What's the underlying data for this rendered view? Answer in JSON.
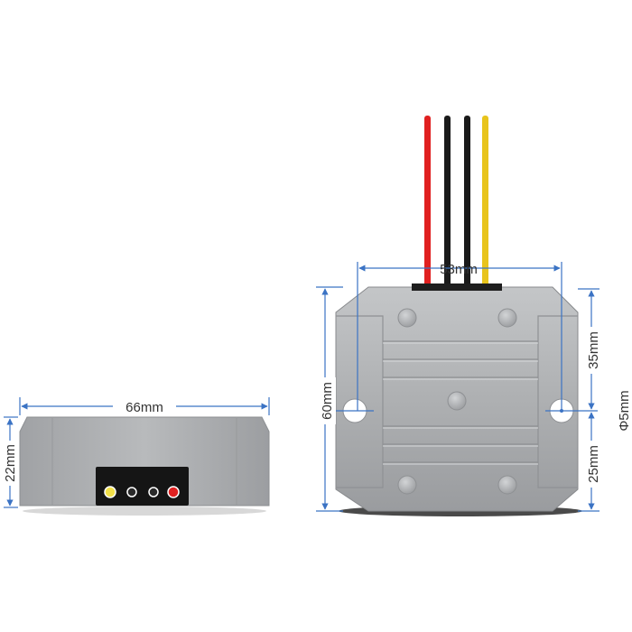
{
  "colors": {
    "dimension_line": "#3b73c4",
    "wire_red": "#e02020",
    "wire_black": "#1a1a1a",
    "wire_yellow": "#e8c41c",
    "housing": "#a9abad",
    "housing_dark": "#8c8f92"
  },
  "side_view": {
    "width_label": "66mm",
    "height_label": "22mm",
    "terminal_colors": [
      "yellow",
      "black",
      "black",
      "red"
    ]
  },
  "top_view": {
    "wire_colors": [
      "red",
      "black",
      "black",
      "yellow"
    ],
    "hole_spacing_label": "53mm",
    "height_label": "60mm",
    "upper_offset_label": "35mm",
    "lower_offset_label": "25mm",
    "hole_diameter_label": "Φ5mm"
  }
}
